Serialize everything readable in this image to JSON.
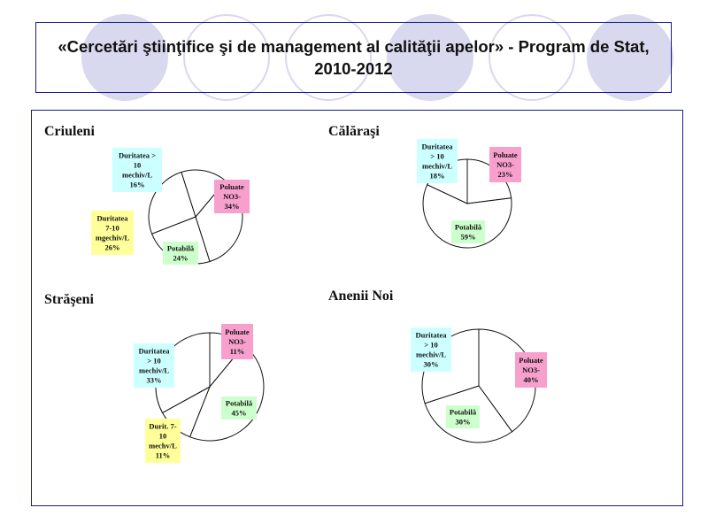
{
  "header": {
    "title": "«Cercetări ştiinţifice şi de management al calităţii apelor» - Program de Stat, 2010-2012"
  },
  "theme": {
    "accent": "#1a1a8c",
    "decor_circle": "#d8d8ee",
    "label_colors": {
      "poluate": "#f79fcd",
      "potabila": "#ccffcc",
      "dur_high": "#ccffff",
      "dur_mid": "#ffff99"
    }
  },
  "chart_data": [
    {
      "type": "pie",
      "title": "Criuleni",
      "slices": [
        {
          "label": [
            "Poluate",
            "NO3-",
            "34%"
          ],
          "value": 34,
          "cat": "poluate"
        },
        {
          "label": [
            "Potabilă",
            "24%"
          ],
          "value": 24,
          "cat": "potabila"
        },
        {
          "label": [
            "Duritatea",
            "7-10",
            "mgechiv/L",
            "26%"
          ],
          "value": 26,
          "cat": "dur_mid"
        },
        {
          "label": [
            "Duritatea >",
            "10",
            "mechiv/L",
            "16%"
          ],
          "value": 16,
          "cat": "dur_high"
        }
      ]
    },
    {
      "type": "pie",
      "title": "Călăraşi",
      "slices": [
        {
          "label": [
            "Poluate",
            "NO3-",
            "23%"
          ],
          "value": 23,
          "cat": "poluate"
        },
        {
          "label": [
            "Potabilă",
            "59%"
          ],
          "value": 59,
          "cat": "potabila"
        },
        {
          "label": [
            "Duritatea",
            "> 10",
            "mechiv/L",
            "18%"
          ],
          "value": 18,
          "cat": "dur_high"
        }
      ]
    },
    {
      "type": "pie",
      "title": "Străşeni",
      "slices": [
        {
          "label": [
            "Poluate",
            "NO3-",
            "11%"
          ],
          "value": 11,
          "cat": "poluate"
        },
        {
          "label": [
            "Potabilă",
            "45%"
          ],
          "value": 45,
          "cat": "potabila"
        },
        {
          "label": [
            "Durit. 7-",
            "10",
            "mechv/L",
            "11%"
          ],
          "value": 11,
          "cat": "dur_mid"
        },
        {
          "label": [
            "Duritatea",
            "> 10",
            "mechiv/L",
            "33%"
          ],
          "value": 33,
          "cat": "dur_high"
        }
      ]
    },
    {
      "type": "pie",
      "title": "Anenii Noi",
      "slices": [
        {
          "label": [
            "Poluate",
            "NO3-",
            "40%"
          ],
          "value": 40,
          "cat": "poluate"
        },
        {
          "label": [
            "Potabilă",
            "30%"
          ],
          "value": 30,
          "cat": "potabila"
        },
        {
          "label": [
            "Duritatea",
            "> 10",
            "mechiv/L",
            "30%"
          ],
          "value": 30,
          "cat": "dur_high"
        }
      ]
    }
  ]
}
